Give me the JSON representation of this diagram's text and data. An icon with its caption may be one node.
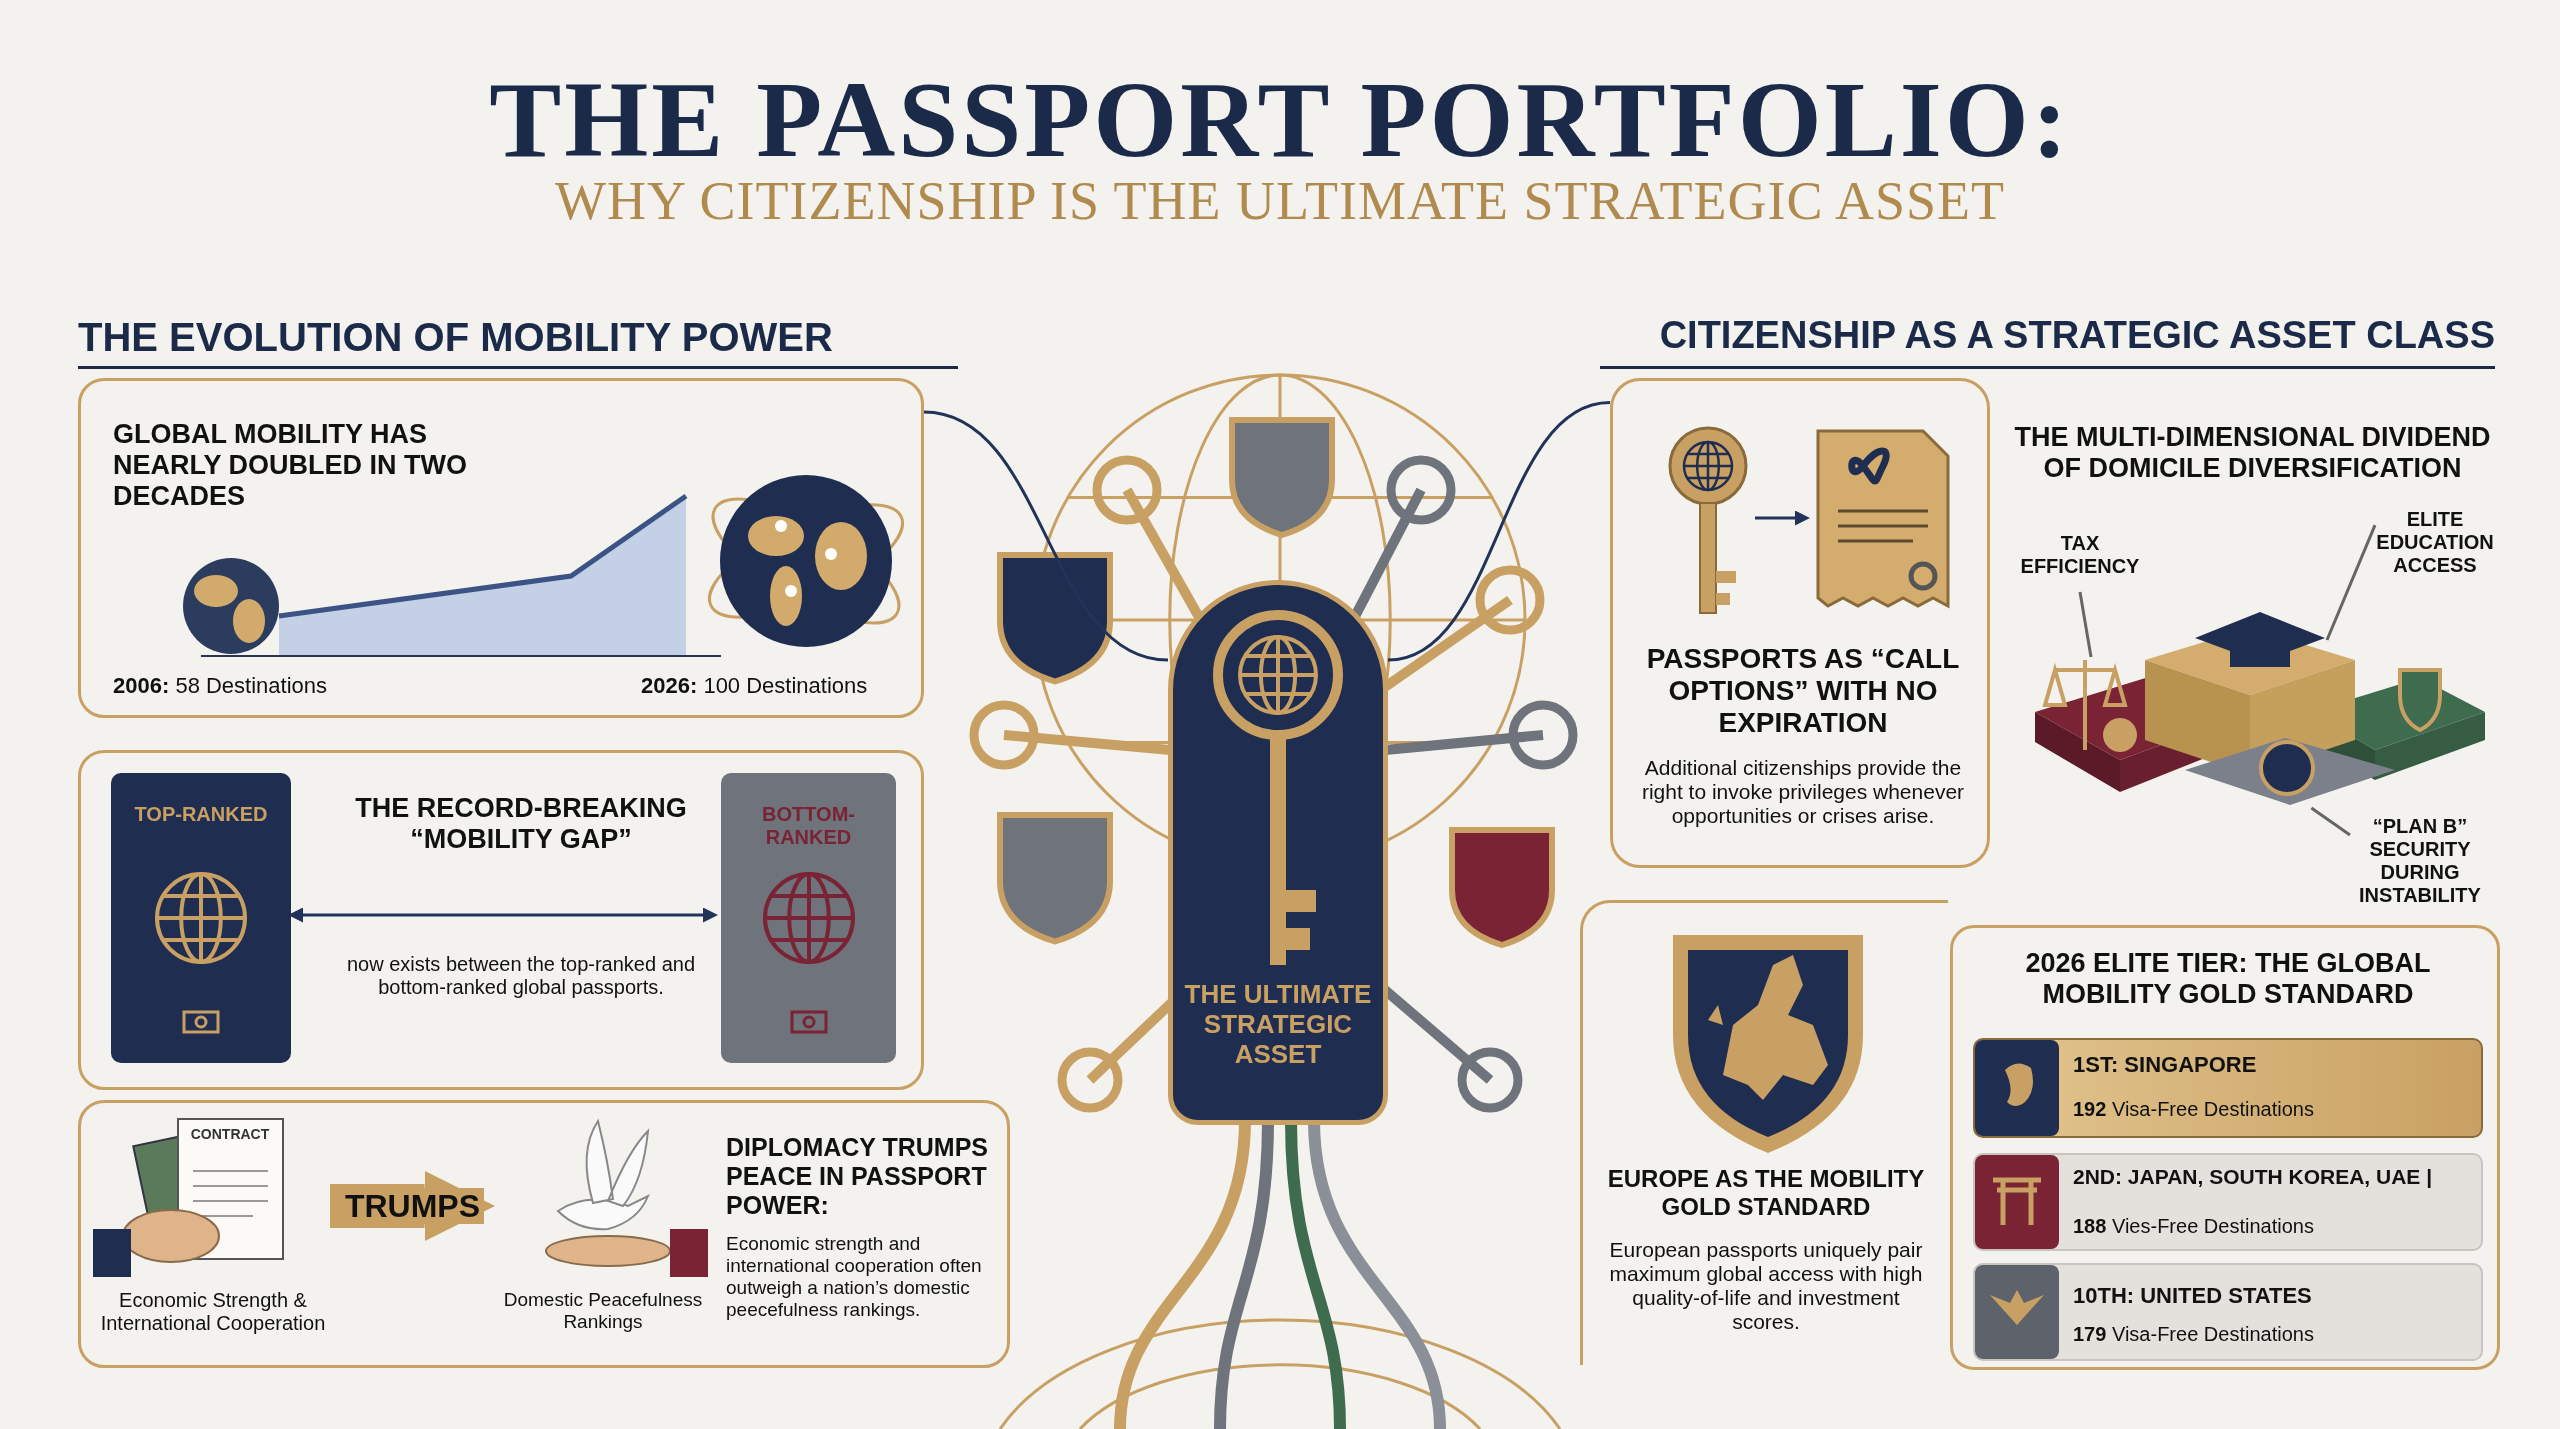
{
  "diagram": {
    "title": "THE PASSPORT PORTFOLIO:",
    "nodes": [
      {
        "text": [
          "GLOBAL MOBILITY HAS NEARLY DOUBLED IN TWO DECADES",
          "**2006:** 58 Destinations",
          "**2026:** 100 Destinations"
        ]
      },
      {
        "text": [
          "THE RECORD-BREAKING “MOBILITY GAP”",
          "now exists between the top-ranked and bottom-ranked global passports."
        ]
      },
      {
        "text": [
          "TOP-RANKED"
        ],
        "in": 1
      },
      {
        "text": [
          "BOTTOM-RANKED"
        ],
        "in": 1
      },
      {
        "text": [
          "DIPLOMACY TRUMPS PEACE IN PASSPORT POWER:",
          "Economic strength and international cooperation often outweigh a nation’s domestic peecefulness rankings."
        ]
      },
      {
        "text": [
          "Economic Strength & International Cooperation"
        ],
        "in": 4
      },
      {
        "text": [
          "Domestic Peacefulness Rankings"
        ],
        "in": 4
      },
      {
        "text": [
          "THE ULTIMATE STRATEGIC ASSET"
        ]
      },
      {
        "text": [
          "PASSPORTS AS “CALL OPTIONS” WITH NO EXPIRATION",
          "Additional citizenships provide the right to invoke privileges whenever opportunities or crises arise."
        ]
      },
      {
        "text": [],
        "shape": "picture",
        "in": 8
      },
      {
        "text": [],
        "shape": "picture",
        "in": 8
      },
      {
        "text": [
          "TAX EFFICIENCY"
        ]
      },
      {
        "text": [
          "ELITE EDUCATION ACCESS"
        ]
      },
      {
        "text": [
          "“PLAN B” SECURITY DURING INSTABILITY"
        ]
      },
      {
        "text": [
          "EUROPE AS THE MOBILITY GOLD STANDARD",
          "European passports uniquely pair maximum global access with high quality-of-life and investment scores."
        ]
      },
      {
        "text": [
          "2026 ELITE TIER: THE GLOBAL MOBILITY GOLD STANDARD"
        ]
      },
      {
        "text": [
          "1ST: SINGAPORE",
          "**192** Visa-Free Destinations"
        ],
        "in": 15
      },
      {
        "text": [
          "2ND: JAPAN, SOUTH KOREA, UAE |",
          "**188** Vies-Free Destinations"
        ],
        "in": 15
      },
      {
        "text": [
          "10TH: UNITED STATES",
          "**179** Visa-Free Destinations"
        ],
        "in": 15
      },
      {
        "text": [],
        "shape": "picture"
      },
      {
        "text": [],
        "shape": "picture",
        "in": 19
      },
      {
        "text": [],
        "shape": "picture",
        "in": 19
      },
      {
        "text": [],
        "shape": "picture",
        "in": 19
      }
    ],
    "edges": [
      {
        "from": 2,
        "to": 3,
        "arrow": "both"
      },
      {
        "from": 5,
        "to": 6,
        "arrow": "to",
        "label": "TRUMPS",
        "style": "thick",
        "color": "#c9a063"
      },
      {
        "from": 0,
        "to": 7,
        "arrow": "none"
      },
      {
        "from": 7,
        "to": 8,
        "arrow": "none"
      },
      {
        "from": 9,
        "to": 10,
        "arrow": "to"
      },
      {
        "from": 11,
        "to": 20,
        "arrow": "none",
        "color": "#666666"
      },
      {
        "from": 12,
        "to": 21,
        "arrow": "none",
        "color": "#666666"
      },
      {
        "from": 13,
        "to": 22,
        "arrow": "none",
        "color": "#666666"
      }
    ],
    "labels": [
      "WHY CITIZENSHIP IS THE ULTIMATE STRATEGIC ASSET",
      "THE EVOLUTION OF MOBILITY POWER",
      "CITIZENSHIP AS A STRATEGIC ASSET CLASS",
      "THE MULTI-DIMENSIONAL DIVIDEND OF DOMICILE DIVERSIFICATION",
      "CONTRACT"
    ]
  }
}
